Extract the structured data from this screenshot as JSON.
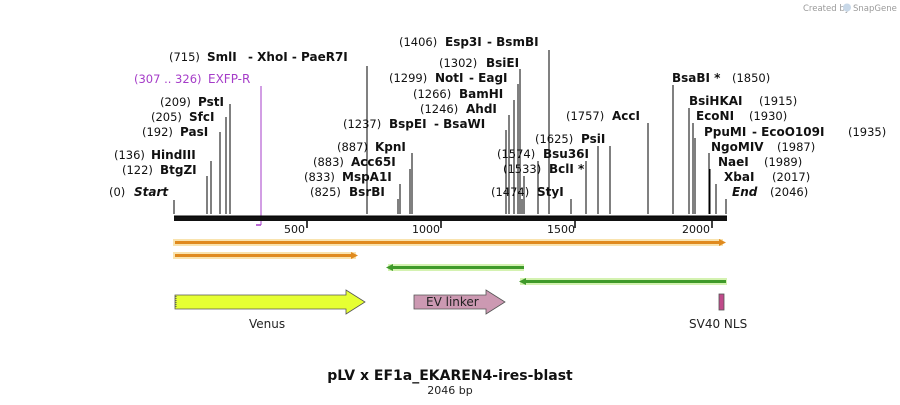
{
  "credit": {
    "text": "Created by",
    "brand": "SnapGene"
  },
  "title": "pLV x EF1a_EKAREN4-ires-blast",
  "subtitle": "2046 bp",
  "length": 2046,
  "ticks": [
    {
      "pos": 500,
      "label": "500"
    },
    {
      "pos": 1000,
      "label": "1000"
    },
    {
      "pos": 1500,
      "label": "1500"
    },
    {
      "pos": 2000,
      "label": "2000"
    }
  ],
  "sites": [
    {
      "pos": 0,
      "num": "(0)",
      "name": "Start",
      "italic": true
    },
    {
      "pos": 122,
      "num": "(122)",
      "name": "BtgZI"
    },
    {
      "pos": 136,
      "num": "(136)",
      "name": "HindIII"
    },
    {
      "pos": 192,
      "num": "(192)",
      "name": "PasI"
    },
    {
      "pos": 205,
      "num": "(205)",
      "name": "SfcI"
    },
    {
      "pos": 209,
      "num": "(209)",
      "name": "PstI"
    },
    {
      "pos": 715,
      "num": "(715)",
      "name": "SmlI",
      "extra": "XhoI  -  PaeR7I"
    },
    {
      "pos": 825,
      "num": "(825)",
      "name": "BsrBI"
    },
    {
      "pos": 833,
      "num": "(833)",
      "name": "MspA1I"
    },
    {
      "pos": 883,
      "num": "(883)",
      "name": "Acc65I"
    },
    {
      "pos": 887,
      "num": "(887)",
      "name": "KpnI"
    },
    {
      "pos": 1237,
      "num": "(1237)",
      "name": "BspEI",
      "extra": "BsaWI"
    },
    {
      "pos": 1246,
      "num": "(1246)",
      "name": "AhdI"
    },
    {
      "pos": 1266,
      "num": "(1266)",
      "name": "BamHI"
    },
    {
      "pos": 1299,
      "num": "(1299)",
      "name": "NotI",
      "extra": "EagI"
    },
    {
      "pos": 1302,
      "num": "(1302)",
      "name": "BsiEI"
    },
    {
      "pos": 1406,
      "num": "(1406)",
      "name": "Esp3I",
      "extra": "BsmBI"
    },
    {
      "pos": 1474,
      "num": "(1474)",
      "name": "StyI"
    },
    {
      "pos": 1533,
      "num": "(1533)",
      "name": "BclI *"
    },
    {
      "pos": 1574,
      "num": "(1574)",
      "name": "Bsu36I"
    },
    {
      "pos": 1625,
      "num": "(1625)",
      "name": "PsiI"
    },
    {
      "pos": 1757,
      "num": "(1757)",
      "name": "AccI"
    },
    {
      "pos": 1850,
      "num": "(1850)",
      "name": "BsaBI *"
    },
    {
      "pos": 1915,
      "num": "(1915)",
      "name": "BsiHKAI"
    },
    {
      "pos": 1930,
      "num": "(1930)",
      "name": "EcoNI"
    },
    {
      "pos": 1935,
      "num": "(1935)",
      "name": "PpuMI",
      "extra": "EcoO109I"
    },
    {
      "pos": 1987,
      "num": "(1987)",
      "name": "NgoMIV"
    },
    {
      "pos": 1989,
      "num": "(1989)",
      "name": "NaeI"
    },
    {
      "pos": 2017,
      "num": "(2017)",
      "name": "XbaI"
    },
    {
      "pos": 2046,
      "num": "(2046)",
      "name": "End",
      "italic": true
    }
  ],
  "primer": {
    "range": "(307 .. 326)",
    "name": "EXFP-R",
    "color": "#a53cc8"
  },
  "features": [
    {
      "name": "Venus",
      "color": "#e6ff33"
    },
    {
      "name": "EV linker",
      "color": "#cc99b2"
    },
    {
      "name": "SV40 NLS",
      "color": "#c04a8a"
    }
  ],
  "orf_colors": {
    "orange": "#e08a1e",
    "green": "#3f9a2a"
  }
}
